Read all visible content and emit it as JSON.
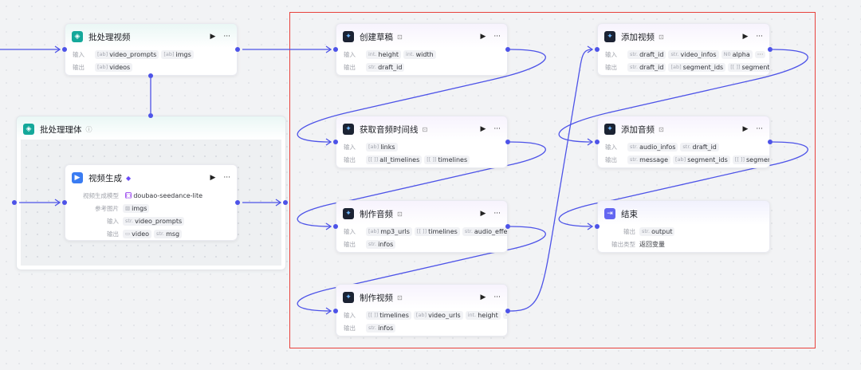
{
  "canvas": {
    "accent": "#4d53e8",
    "highlight_box_color": "#e8413c"
  },
  "group": {
    "title": "批处理理体",
    "icon": "layers-icon"
  },
  "nodes": [
    {
      "id": "batch-video",
      "kind": "batch",
      "title": "批处理视频",
      "icon": "layers-icon",
      "rows": [
        {
          "label": "输入",
          "tags": [
            {
              "type": "array",
              "name": "video_prompts"
            },
            {
              "type": "array",
              "name": "imgs"
            }
          ]
        },
        {
          "label": "输出",
          "tags": [
            {
              "type": "array",
              "name": "videos"
            }
          ]
        }
      ]
    },
    {
      "id": "video-gen",
      "kind": "video",
      "title": "视频生成",
      "icon": "video-generate-icon",
      "badge": "vip",
      "rows": [
        {
          "label": "视频生成模型",
          "tags": [
            {
              "type": "model",
              "name": "doubao-seedance-lite"
            }
          ]
        },
        {
          "label": "参考图片",
          "tags": [
            {
              "type": "image",
              "name": "imgs"
            }
          ]
        },
        {
          "label": "输入",
          "tags": [
            {
              "type": "str",
              "name": "video_prompts"
            }
          ]
        },
        {
          "label": "输出",
          "tags": [
            {
              "type": "file",
              "name": "video"
            },
            {
              "type": "str",
              "name": "msg"
            }
          ]
        }
      ]
    },
    {
      "id": "create-draft",
      "kind": "plugin",
      "title": "创建草稿",
      "icon": "plugin-icon",
      "rows": [
        {
          "label": "输入",
          "tags": [
            {
              "type": "int",
              "name": "height"
            },
            {
              "type": "int",
              "name": "width"
            }
          ]
        },
        {
          "label": "输出",
          "tags": [
            {
              "type": "str",
              "name": "draft_id"
            }
          ]
        }
      ]
    },
    {
      "id": "get-audio-timeline",
      "kind": "plugin",
      "title": "获取音频时间线",
      "icon": "plugin-icon",
      "rows": [
        {
          "label": "输入",
          "tags": [
            {
              "type": "array",
              "name": "links"
            }
          ]
        },
        {
          "label": "输出",
          "tags": [
            {
              "type": "nested",
              "name": "all_timelines"
            },
            {
              "type": "nested",
              "name": "timelines"
            }
          ]
        }
      ]
    },
    {
      "id": "make-audio",
      "kind": "plugin",
      "title": "制作音频",
      "icon": "plugin-icon",
      "rows": [
        {
          "label": "输入",
          "tags": [
            {
              "type": "array",
              "name": "mp3_urls"
            },
            {
              "type": "nested",
              "name": "timelines"
            },
            {
              "type": "str",
              "name": "audio_effect"
            }
          ],
          "more": "···"
        },
        {
          "label": "输出",
          "tags": [
            {
              "type": "str",
              "name": "infos"
            }
          ]
        }
      ]
    },
    {
      "id": "make-video",
      "kind": "plugin",
      "title": "制作视频",
      "icon": "plugin-icon",
      "rows": [
        {
          "label": "输入",
          "tags": [
            {
              "type": "nested",
              "name": "timelines"
            },
            {
              "type": "array",
              "name": "video_urls"
            },
            {
              "type": "int",
              "name": "height"
            }
          ],
          "more": "···"
        },
        {
          "label": "输出",
          "tags": [
            {
              "type": "str",
              "name": "infos"
            }
          ]
        }
      ]
    },
    {
      "id": "add-video",
      "kind": "plugin",
      "title": "添加视频",
      "icon": "plugin-icon",
      "rows": [
        {
          "label": "输入",
          "tags": [
            {
              "type": "str",
              "name": "draft_id"
            },
            {
              "type": "str",
              "name": "video_infos"
            },
            {
              "type": "num",
              "name": "alpha"
            }
          ],
          "more": "···"
        },
        {
          "label": "输出",
          "tags": [
            {
              "type": "str",
              "name": "draft_id"
            },
            {
              "type": "array",
              "name": "segment_ids"
            },
            {
              "type": "nested",
              "name": "segment_infos"
            }
          ]
        }
      ]
    },
    {
      "id": "add-audio",
      "kind": "plugin",
      "title": "添加音频",
      "icon": "plugin-icon",
      "rows": [
        {
          "label": "输入",
          "tags": [
            {
              "type": "str",
              "name": "audio_infos"
            },
            {
              "type": "str",
              "name": "draft_id"
            }
          ]
        },
        {
          "label": "输出",
          "tags": [
            {
              "type": "str",
              "name": "message"
            },
            {
              "type": "array",
              "name": "segment_ids"
            },
            {
              "type": "nested",
              "name": "segment_infos"
            }
          ],
          "more": "···"
        }
      ]
    },
    {
      "id": "end",
      "kind": "end",
      "title": "结束",
      "icon": "exit-icon",
      "rows": [
        {
          "label": "输出",
          "tags": [
            {
              "type": "str",
              "name": "output"
            }
          ]
        },
        {
          "label": "输出类型",
          "plain": "返回变量"
        }
      ]
    }
  ],
  "actions": {
    "run": "▶",
    "more": "···"
  }
}
